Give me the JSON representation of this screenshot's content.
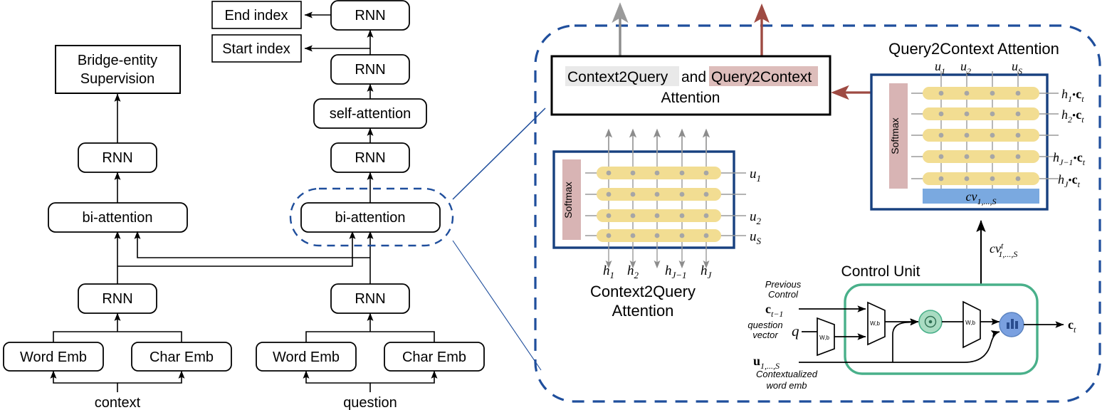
{
  "left_model": {
    "boxes": {
      "bridge_supervision": "Bridge-entity\nSupervision",
      "bridge_supervision_line1": "Bridge-entity",
      "bridge_supervision_line2": "Supervision",
      "end_index": "End index",
      "start_index": "Start index",
      "rnn": "RNN",
      "self_attention": "self-attention",
      "bi_attention": "bi-attention",
      "word_emb": "Word Emb",
      "char_emb": "Char Emb"
    },
    "inputs": {
      "context": "context",
      "question": "question"
    },
    "context_column": {
      "word_emb": "Word Emb",
      "char_emb": "Char Emb",
      "rnn_lower": "RNN",
      "bi_attention": "bi-attention",
      "rnn_upper": "RNN",
      "output": "Bridge-entity Supervision"
    },
    "question_column": {
      "word_emb": "Word Emb",
      "char_emb": "Char Emb",
      "rnn_lower": "RNN",
      "bi_attention": "bi-attention",
      "rnn_mid": "RNN",
      "self_attention": "self-attention",
      "rnn_upper": "RNN",
      "rnn_top": "RNN",
      "start_index": "Start index",
      "end_index": "End index"
    }
  },
  "right_panel": {
    "attention_box": {
      "part_a": "Context2Query",
      "conjunction": " and ",
      "part_b": "Query2Context",
      "line2": "Attention"
    },
    "context2query": {
      "title_line1": "Context2Query",
      "title_line2": "Attention",
      "softmax": "Softmax",
      "row_labels": [
        "u_1",
        "",
        "u_2",
        "u_S"
      ],
      "row_labels_tex": [
        "u₁",
        "",
        "u₂",
        "u_S"
      ],
      "col_labels": [
        "h_1",
        "h_2",
        "",
        "h_{J-1}",
        "h_J"
      ],
      "rows": 4,
      "cols": 5
    },
    "query2context": {
      "title": "Query2Context Attention",
      "softmax": "Softmax",
      "col_labels": [
        "u_1",
        "u_2",
        "",
        "u_S"
      ],
      "row_labels": [
        "h_1 • c_t",
        "h_2 • c_t",
        "",
        "h_{J-1} • c_t",
        "h_J • c_t"
      ],
      "cv_bar": "cv_{1,...,S}",
      "rows": 5,
      "cols": 4
    },
    "cv_arrow_label": "cv^t_{1,...,S}",
    "control_unit": {
      "title": "Control Unit",
      "previous_control_line1": "Previous",
      "previous_control_line2": "Control",
      "previous_control_symbol": "c_{t-1}",
      "question_vector_line1": "question",
      "question_vector_line2": "vector",
      "question_vector_symbol": "q",
      "contextualized_symbol": "u_{1,...,S}",
      "contextualized_line1": "Contextualized",
      "contextualized_line2": "word emb",
      "gate_label": "W,b",
      "output_symbol": "c_t"
    }
  },
  "colors": {
    "dashed_blue": "#1f4e9c",
    "matrix_border": "#17407f",
    "yellow_row": "#f2dd92",
    "softmax_pink": "#d8b4b4",
    "cv_blue": "#7aa9e0",
    "control_green": "#49b08a",
    "mul_green": "#a9dcc2",
    "attn_blue_circle": "#7aa0e0",
    "gray_arrow": "#8c8c8c",
    "red_arrow": "#9e4a42",
    "highlight_gray": "#e9e9e9",
    "highlight_pink": "#ddbdbb",
    "node_stroke": "#000000"
  }
}
